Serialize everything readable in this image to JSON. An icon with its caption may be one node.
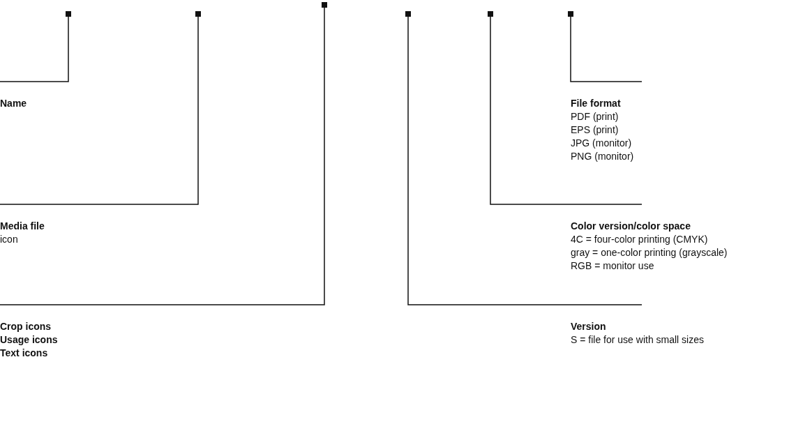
{
  "diagram": {
    "nodes": [
      {
        "text": [
          "Name"
        ]
      },
      {
        "text": [
          "File format",
          "PDF (print)",
          "EPS (print)",
          "JPG (monitor)",
          "PNG (monitor)"
        ]
      },
      {
        "text": [
          "Media file",
          "icon"
        ]
      },
      {
        "text": [
          "Color version/color space",
          "4C = four-color printing (CMYK)",
          "gray = one-color printing (grayscale)",
          "RGB = monitor use"
        ]
      },
      {
        "text": [
          "Crop icons",
          "Usage icons",
          "Text icons"
        ]
      },
      {
        "text": [
          "Version",
          "S = file for use with small sizes"
        ]
      }
    ],
    "edges": [
      {
        "from": 0,
        "to": null,
        "arrow": "other"
      },
      {
        "from": 2,
        "to": null,
        "arrow": "other"
      },
      {
        "from": 4,
        "to": null,
        "arrow": "other"
      },
      {
        "from": 5,
        "to": null,
        "arrow": "other"
      },
      {
        "from": 3,
        "to": null,
        "arrow": "other"
      },
      {
        "from": 1,
        "to": null,
        "arrow": "other"
      }
    ]
  }
}
